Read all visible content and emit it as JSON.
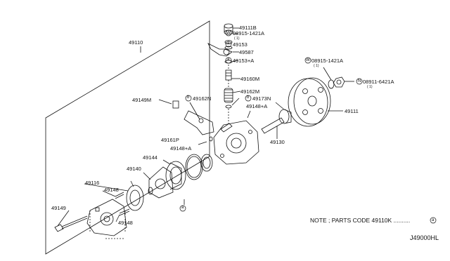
{
  "labels": {
    "p49111B": "49111B",
    "w08915_top": "08915-1421A",
    "w08915_top_sub": "( 1)",
    "p49153": "49153",
    "p49587": "49587",
    "p49153A": "49153+A",
    "p49160M": "49160M",
    "p49162M": "49162M",
    "p49173N": "49173N",
    "p49148A_right": "49148+A",
    "p49110": "49110",
    "p49149M": "49149M",
    "p49162N": "49162N",
    "p49161P": "49161P",
    "p49148A_mid": "49148+A",
    "p49144": "49144",
    "p49140": "49140",
    "p49116": "49116",
    "p49148_left": "49148",
    "p49149": "49149",
    "p49148_bottom": "49148",
    "p49130": "49130",
    "w08915_right": "08915-1421A",
    "w08915_right_sub": "( 1)",
    "n08911": "08911-6421A",
    "n08911_sub": "( 1)",
    "p49111": "49111"
  },
  "callouts": {
    "w": "W",
    "n": "N",
    "a": "a",
    "b": "b"
  },
  "note": "NOTE ; PARTS CODE 49110K ..........",
  "note_mark": "a",
  "diagram_code": "J49000HL"
}
